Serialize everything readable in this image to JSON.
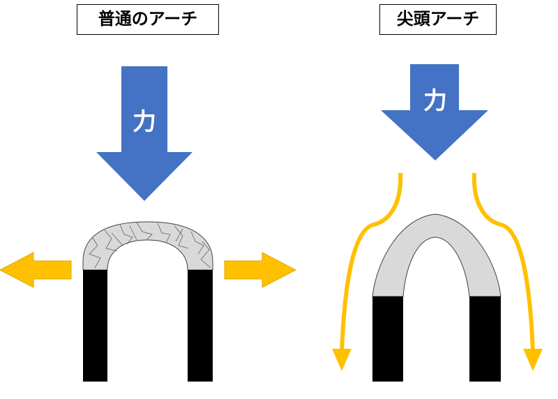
{
  "left_panel": {
    "title": "普通のアーチ",
    "force_label": "力"
  },
  "right_panel": {
    "title": "尖頭アーチ",
    "force_label": "力"
  },
  "colors": {
    "force_arrow": "#4472C4",
    "thrust_arrow": "#FFC000",
    "arch_stone": "#D9D9D9",
    "pillar": "#000000"
  }
}
